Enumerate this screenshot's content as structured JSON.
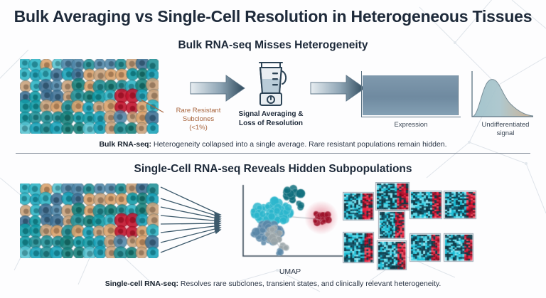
{
  "figure": {
    "main_title": "Bulk Averaging vs Single-Cell Resolution in Heterogeneous Tissues",
    "background_color": "#fdfdfe",
    "title_color": "#1e2a3a"
  },
  "top_panel": {
    "section_title": "Bulk RNA-seq Misses Heterogeneity",
    "tissue": {
      "name": "heterogeneous-tissue-grid",
      "columns": 13,
      "rows": 7,
      "cell_palette": [
        "#17a2b8",
        "#1f8f96",
        "#137f7a",
        "#2bb3c4",
        "#4f86a8",
        "#3d6f94",
        "#c8a07a",
        "#d9a06a",
        "#0f9aa5",
        "#55c3d0"
      ],
      "rare_clone_color": "#c0152f",
      "rare_clone_count": 4
    },
    "rare_label": {
      "line1": "Rare Resistant",
      "line2": "Subclones",
      "line3": "(<1%)",
      "color": "#a8643c"
    },
    "blender": {
      "icon": "blender-icon",
      "label_line1": "Signal Averaging &",
      "label_line2": "Loss of Resolution",
      "color": "#2d4456"
    },
    "expression": {
      "label": "Expression",
      "bar_color": "#7b96ab"
    },
    "distribution": {
      "label_line1": "Undifferentiated",
      "label_line2": "signal",
      "curve_fill_start": "#8fb8c4",
      "curve_fill_end": "#c6a98c"
    },
    "arrows": [
      {
        "name": "arrow-tissue-to-blender"
      },
      {
        "name": "arrow-blender-to-expression"
      }
    ],
    "caption_bold": "Bulk RNA-seq:",
    "caption_rest": " Heterogeneity collapsed into a single average. Rare resistant populations remain hidden."
  },
  "bottom_panel": {
    "section_title": "Single-Cell RNA-seq Reveals Hidden Subpopulations",
    "tissue": {
      "name": "heterogeneous-tissue-grid",
      "columns": 13,
      "rows": 7,
      "rare_clone_color": "#c0152f",
      "rare_clone_count": 4
    },
    "fanout": {
      "name": "cell-dissociation-arrows",
      "count": 8,
      "color": "#3d5a6c"
    },
    "umap": {
      "axis_label": "UMAP",
      "clusters": [
        {
          "name": "cyan-cluster",
          "color": "#2bb6cc"
        },
        {
          "name": "dark-teal-cluster",
          "color": "#10707e"
        },
        {
          "name": "steel-blue-cluster",
          "color": "#5b87a8"
        },
        {
          "name": "grey-cluster",
          "color": "#9aa4a8"
        },
        {
          "name": "rare-red-cluster",
          "color": "#9d0f28"
        }
      ]
    },
    "heatmaps": {
      "name": "per-cluster-expression-heatmaps",
      "count": 9,
      "colors": [
        "#0d3a47",
        "#1bbcd4",
        "#8be6f2",
        "#b3122e",
        "#e8203f"
      ]
    },
    "caption_bold": "Single-cell RNA-seq:",
    "caption_rest": " Resolves rare subclones, transient states, and clinically relevant heterogeneity."
  }
}
